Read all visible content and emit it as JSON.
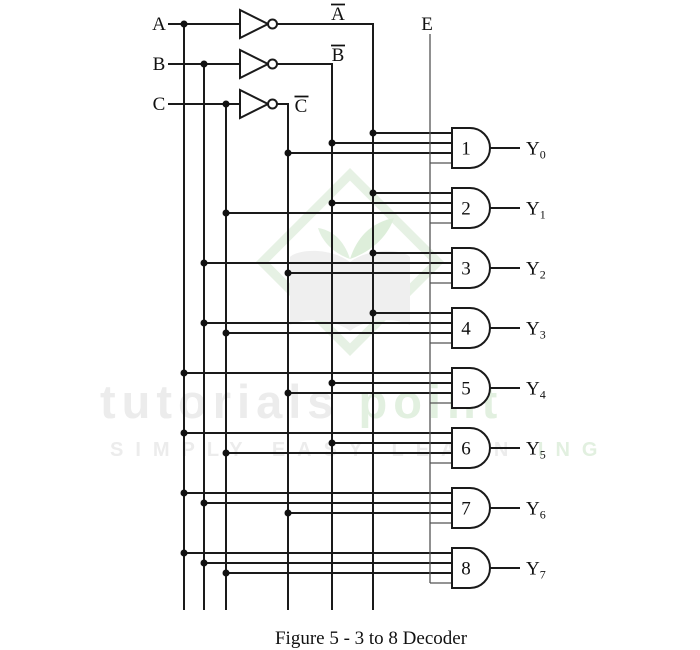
{
  "figure": {
    "caption": "Figure 5 - 3 to 8 Decoder"
  },
  "inputs": {
    "a": "A",
    "b": "B",
    "c": "C",
    "enable": "E"
  },
  "complements": {
    "a": "A",
    "b": "B",
    "c": "C"
  },
  "gates": [
    {
      "number": "1",
      "out": "Y",
      "sub": "0"
    },
    {
      "number": "2",
      "out": "Y",
      "sub": "1"
    },
    {
      "number": "3",
      "out": "Y",
      "sub": "2"
    },
    {
      "number": "4",
      "out": "Y",
      "sub": "3"
    },
    {
      "number": "5",
      "out": "Y",
      "sub": "4"
    },
    {
      "number": "6",
      "out": "Y",
      "sub": "5"
    },
    {
      "number": "7",
      "out": "Y",
      "sub": "6"
    },
    {
      "number": "8",
      "out": "Y",
      "sub": "7"
    }
  ],
  "watermark": {
    "brand_left": "tutorials",
    "brand_right": "point",
    "tagline_left": "SIMPLY EASY LEARN",
    "tagline_right": "ING",
    "colors": {
      "gray": "#ececec",
      "green": "#e2f0e0",
      "logo_outline": "#e6f1e4",
      "book_pages": "#efefef",
      "leaf": "#ddeeda"
    }
  },
  "colors": {
    "wire": "#1a1a1a",
    "enable_wire": "#555555"
  }
}
